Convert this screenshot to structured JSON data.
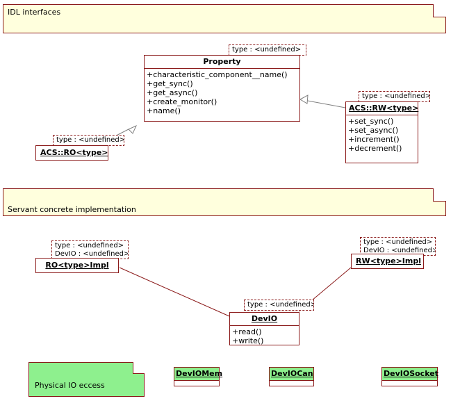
{
  "diagram": {
    "packages": [
      {
        "id": "idl",
        "label": "IDL interfaces"
      },
      {
        "id": "servant",
        "label": "Servant concrete implementation"
      }
    ],
    "notes": [
      {
        "id": "physical-io",
        "label": "Physical IO eccess"
      }
    ],
    "tags": {
      "property": "type : <undefined>",
      "acs_ro": "type : <undefined>",
      "acs_rw": "type : <undefined>",
      "ro_impl_line1": "type : <undefined>",
      "ro_impl_line2": "DevIO : <undefined>",
      "rw_impl_line1": "type : <undefined>",
      "rw_impl_line2": "DevIO : <undefined>",
      "devio": "type : <undefined>"
    },
    "classes": [
      {
        "id": "property",
        "name": "Property",
        "operations": [
          "+characteristic_component__name()",
          "+get_sync()",
          "+get_async()",
          "+create_monitor()",
          "+name()"
        ]
      },
      {
        "id": "acs-rw",
        "name": "ACS::RW<type>",
        "operations": [
          "+set_sync()",
          "+set_async()",
          "+increment()",
          "+decrement()"
        ]
      },
      {
        "id": "acs-ro",
        "name": "ACS::RO<type>",
        "operations": []
      },
      {
        "id": "ro-impl",
        "name": "RO<type>Impl",
        "operations": []
      },
      {
        "id": "rw-impl",
        "name": "RW<type>Impl",
        "operations": []
      },
      {
        "id": "devio",
        "name": "DevIO",
        "operations": [
          "+read()",
          "+write()"
        ]
      },
      {
        "id": "deviomem",
        "name": "DevIOMem",
        "operations": []
      },
      {
        "id": "deviocan",
        "name": "DevIOCan",
        "operations": []
      },
      {
        "id": "deviosocket",
        "name": "DevIOSocket",
        "operations": []
      }
    ],
    "colors": {
      "border": "#8b1a1a",
      "package_fill": "#ffffdd",
      "class_fill": "#ffffff",
      "green_fill": "#8ef08e",
      "connector": "#808080",
      "assoc": "#8b1a1a"
    }
  }
}
